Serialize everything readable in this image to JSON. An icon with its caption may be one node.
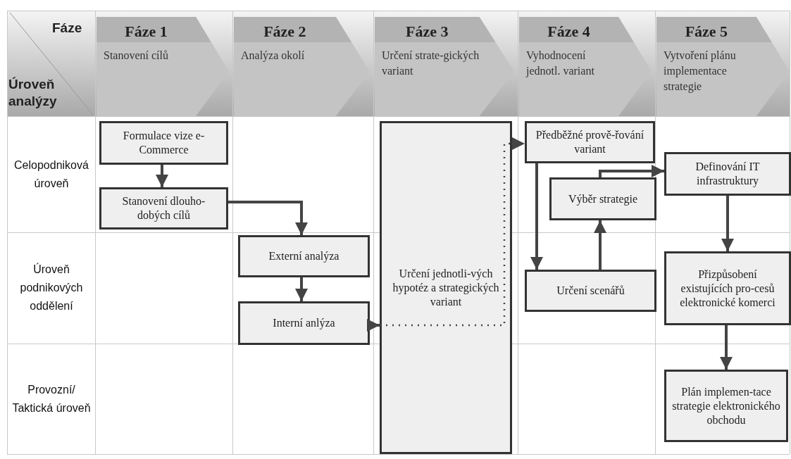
{
  "diagram": {
    "nodes": [
      {
        "text": [
          "Fáze 1",
          "Stanovení cílů"
        ]
      },
      {
        "text": [
          "Fáze 2",
          "Analýza okolí"
        ]
      },
      {
        "text": [
          "Fáze 3",
          "Určení strate-gických variant"
        ]
      },
      {
        "text": [
          "Fáze 4",
          "Vyhodnocení jednotl. variant"
        ]
      },
      {
        "text": [
          "Fáze 5",
          "Vytvoření plánu implementace strategie"
        ]
      },
      {
        "text": [
          "Formulace vize e-Commerce"
        ]
      },
      {
        "text": [
          "Stanovení dlouho-dobých cílů"
        ]
      },
      {
        "text": [
          "Externí analýza"
        ]
      },
      {
        "text": [
          "Interní anlýza"
        ]
      },
      {
        "text": [
          "Určení jednotli-vých hypotéz a strategických variant"
        ]
      },
      {
        "text": [
          "Předběžné prově-řování variant"
        ]
      },
      {
        "text": [
          "Výběr strategie"
        ]
      },
      {
        "text": [
          "Určení scenářů"
        ]
      },
      {
        "text": [
          "Definování IT infrastruktury"
        ]
      },
      {
        "text": [
          "Přizpůsobení existujících pro-cesů elektronické komerci"
        ]
      },
      {
        "text": [
          "Plán implemen-tace strategie elektronického obchodu"
        ]
      }
    ],
    "edges": [
      {
        "from": 5,
        "to": 6,
        "arrow": "to"
      },
      {
        "from": 6,
        "to": 7,
        "arrow": "to"
      },
      {
        "from": 7,
        "to": 8,
        "arrow": "to"
      },
      {
        "from": 8,
        "to": 9,
        "arrow": "to"
      },
      {
        "from": 9,
        "to": 10,
        "arrow": "to",
        "style": "dashed"
      },
      {
        "from": 10,
        "to": 12,
        "arrow": "to"
      },
      {
        "from": 12,
        "to": 11,
        "arrow": "to"
      },
      {
        "from": 11,
        "to": 13,
        "arrow": "to"
      },
      {
        "from": 13,
        "to": 14,
        "arrow": "to"
      },
      {
        "from": 14,
        "to": 15,
        "arrow": "to"
      }
    ],
    "labels": [
      "Fáze",
      "Úroveň analýzy",
      "Celopodniková úroveň",
      "Úroveň podnikových oddělení",
      "Provozní/ Taktická úroveň"
    ]
  }
}
